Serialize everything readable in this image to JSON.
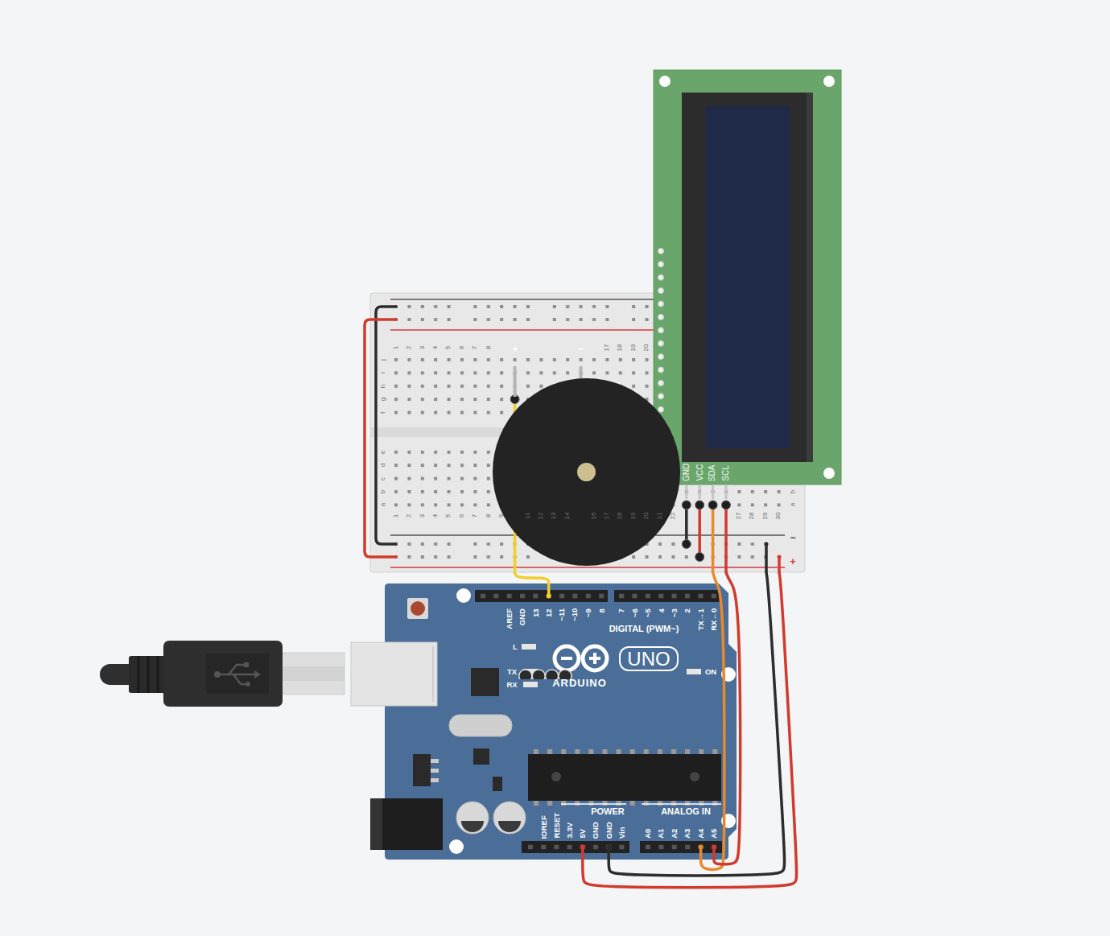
{
  "diagram": {
    "nodes": [
      {
        "text": [
          "GND",
          "VCC",
          "SDA",
          "SCL"
        ]
      },
      {
        "text": [
          "+",
          "−"
        ]
      },
      {
        "text": [
          "1",
          "2",
          "3",
          "4",
          "5",
          "6",
          "7",
          "8",
          "17",
          "18",
          "19",
          "20",
          "j",
          "i",
          "h",
          "g",
          "f",
          "e",
          "d",
          "c",
          "b",
          "a",
          "b",
          "a",
          "1",
          "2",
          "3",
          "4",
          "5",
          "6",
          "7",
          "8",
          "9",
          "11",
          "12",
          "13",
          "14",
          "16",
          "17",
          "18",
          "19",
          "20",
          "21",
          "22",
          "27",
          "28",
          "29",
          "30",
          "−",
          "+"
        ]
      },
      {
        "text": [
          "AREF",
          "GND",
          "13",
          "12",
          "~11",
          "~10",
          "~9",
          "8",
          "7",
          "~6",
          "~5",
          "4",
          "~3",
          "2",
          "TX→1",
          "RX←0",
          "DIGITAL (PWM~)",
          "L",
          "UNO",
          "TX",
          "ON",
          "ARDUINO",
          "RX",
          "POWER",
          "ANALOG IN",
          "IOREF",
          "RESET",
          "3.3V",
          "5V",
          "GND",
          "GND",
          "Vin",
          "A0",
          "A1",
          "A2",
          "A3",
          "A4",
          "A5"
        ]
      }
    ],
    "edges": [
      {
        "from": 2,
        "to": 3,
        "arrow": "none"
      },
      {
        "from": 2,
        "to": 3,
        "arrow": "none"
      },
      {
        "from": 2,
        "to": 3,
        "arrow": "none"
      },
      {
        "from": 2,
        "to": 3,
        "arrow": "none"
      },
      {
        "from": 2,
        "to": 3,
        "arrow": "none"
      }
    ]
  }
}
